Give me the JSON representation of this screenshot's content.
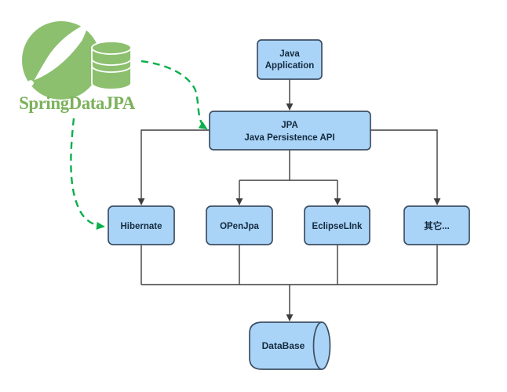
{
  "colors": {
    "background": "#ffffff",
    "node_fill": "#a9d4f8",
    "node_border": "#3e4f63",
    "node_text": "#152a3e",
    "connector": "#3d3d3d",
    "spring_green": "#0daf4d",
    "logo_green": "#8cc06f",
    "logo_text_green": "#7cb25c"
  },
  "logo": {
    "title": "SpringDataJPA",
    "icons": [
      "spring-leaf-icon",
      "database-cylinder-icon"
    ]
  },
  "nodes": {
    "java_app": {
      "line1": "Java",
      "line2": "Application"
    },
    "jpa": {
      "line1": "JPA",
      "line2": "Java Persistence API"
    },
    "hibernate": {
      "label": "Hibernate"
    },
    "openjpa": {
      "label": "OPenJpa"
    },
    "eclipselink": {
      "label": "EclipseLInk"
    },
    "others": {
      "label": "其它..."
    },
    "database": {
      "label": "DataBase"
    }
  },
  "edges": [
    {
      "from": "java-application",
      "to": "jpa",
      "style": "solid-arrow"
    },
    {
      "from": "jpa",
      "to": "hibernate",
      "style": "solid-arrow"
    },
    {
      "from": "jpa",
      "to": "openjpa",
      "style": "solid-arrow"
    },
    {
      "from": "jpa",
      "to": "eclipselink",
      "style": "solid-arrow"
    },
    {
      "from": "jpa",
      "to": "others",
      "style": "solid-arrow"
    },
    {
      "from": "hibernate",
      "to": "database",
      "style": "solid-arrow"
    },
    {
      "from": "openjpa",
      "to": "database",
      "style": "solid-arrow"
    },
    {
      "from": "eclipselink",
      "to": "database",
      "style": "solid-arrow"
    },
    {
      "from": "others",
      "to": "database",
      "style": "solid-arrow"
    },
    {
      "from": "springdatajpa-logo",
      "to": "jpa",
      "style": "green-dashed-arrow"
    },
    {
      "from": "springdatajpa-logo",
      "to": "hibernate",
      "style": "green-dashed-arrow"
    }
  ]
}
